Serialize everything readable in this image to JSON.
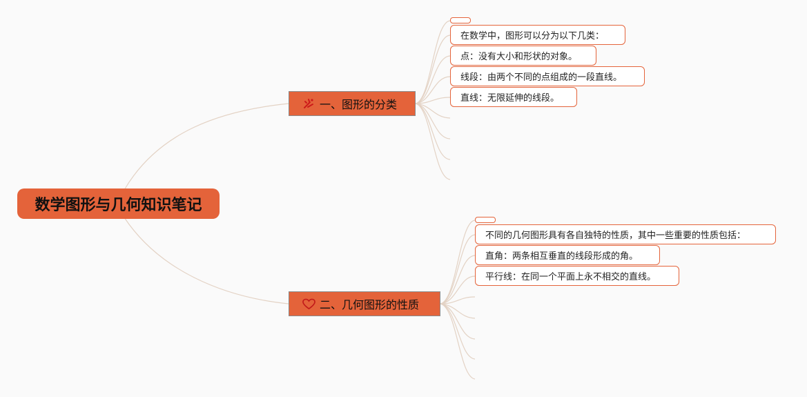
{
  "title": "数学图形与几何知识笔记",
  "branches": [
    {
      "label": "一、图形的分类",
      "icon": "chemistry-tools-icon",
      "items": [
        "在数学中，图形可以分为以下几类：",
        "点：没有大小和形状的对象。",
        "线段：由两个不同的点组成的一段直线。",
        "直线：无限延伸的线段。"
      ]
    },
    {
      "label": "二、几何图形的性质",
      "icon": "heart-icon",
      "items": [
        "不同的几何图形具有各自独特的性质，其中一些重要的性质包括：",
        "直角：两条相互垂直的线段形成的角。",
        "平行线：在同一个平面上永不相交的直线。"
      ]
    }
  ],
  "colors": {
    "node_fill": "#e4633a",
    "connector": "#e3d2c4",
    "background": "#fafafa"
  }
}
